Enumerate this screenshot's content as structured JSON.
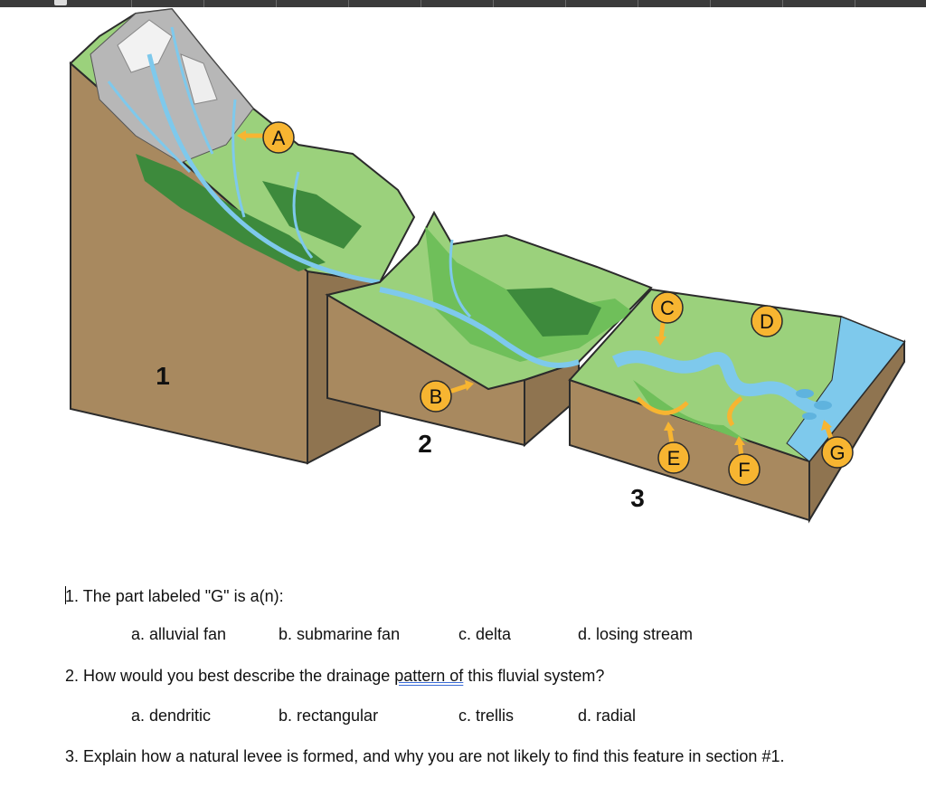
{
  "diagram": {
    "section_labels": [
      "1",
      "2",
      "3"
    ],
    "callouts": [
      "A",
      "B",
      "C",
      "D",
      "E",
      "F",
      "G"
    ],
    "colors": {
      "earth": "#a8895f",
      "grass": "#9bd17c",
      "forest": "#3d8a3c",
      "water": "#7ec9ec",
      "rock": "#b7b7b7",
      "callout": "#f7b531"
    }
  },
  "questions": [
    {
      "number": "1.",
      "text": "The part labeled \"G\" is a(n):",
      "options": [
        "a. alluvial fan",
        "b. submarine fan",
        "c. delta",
        "d. losing stream"
      ]
    },
    {
      "number": "2.",
      "text_before": "How would you best describe the drainage ",
      "text_flag": "pattern  of",
      "text_after": " this fluvial system?",
      "options": [
        "a. dendritic",
        "b. rectangular",
        "c. trellis",
        "d. radial"
      ]
    },
    {
      "number": "3.",
      "text": "Explain how a natural levee is formed, and why you are not likely to find this feature in section #1."
    }
  ]
}
